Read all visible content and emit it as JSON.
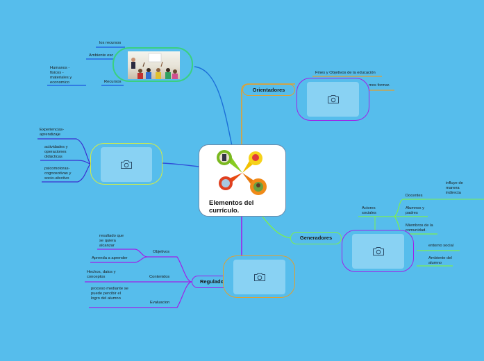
{
  "center": {
    "title": "Elementos del currículo."
  },
  "topics": {
    "orientadores": "Orientadores",
    "generadores": "Generadores",
    "reguladores": "Reguladores"
  },
  "orientadores_items": [
    "Fines y Objetivos de la educación",
    "mos formar."
  ],
  "top_left": {
    "items": [
      "los recursos",
      "Ambiente esc",
      "Recursos",
      "Humanos - fisicos - materiales y economico"
    ]
  },
  "left": {
    "items": [
      "Experiencias-aprendizaje",
      "actividades y operaciones didácticas",
      "psicomotoras-cognosotivas y socio-afectivo"
    ]
  },
  "generadores_items": {
    "actores": "Actores sociales",
    "docentes": "Docentes",
    "influye": "influye de manera indirecta",
    "alumnos": "Alumnos y padres",
    "miembros": "Miembros de la comunidad.",
    "entorno": "entorno social",
    "ambiente": "Ambiente del alumno"
  },
  "reguladores_items": {
    "objetivos": "Objetivos",
    "resultado": "resultado que se quiera alcanzar",
    "aprenda": "Aprenda a aprender",
    "contenidos": "Contenidos",
    "hechos": "Hechos, datos y conceptos",
    "evaluacion": "Evaluacion",
    "proceso": "proceso mediante se puede percibir el logro del alumno"
  },
  "colors": {
    "background": "#56bdec",
    "orange_branch": "#e0a030",
    "blue_branch": "#1c6fd8",
    "green_branch": "#7cee50",
    "purple_branch": "#a020e8",
    "lime_branch": "#d6ee40",
    "sub_blue": "#1a55e0"
  },
  "icons": [
    "camera-icon",
    "classroom-photo",
    "cartoon-icons"
  ]
}
